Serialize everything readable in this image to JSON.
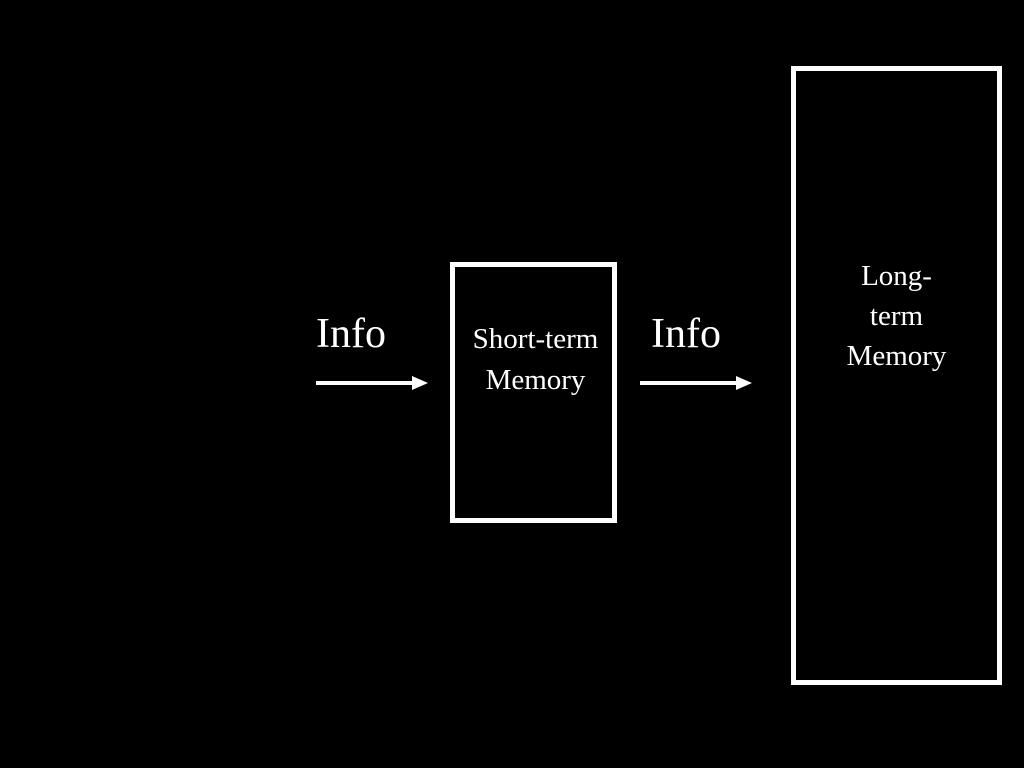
{
  "diagram": {
    "input_label": "Info",
    "transfer_label": "Info",
    "short_term": {
      "lines": [
        "Short-term",
        "Memory"
      ]
    },
    "long_term": {
      "lines": [
        "Long-",
        "term",
        "Memory"
      ]
    }
  },
  "colors": {
    "background": "#000000",
    "foreground": "#ffffff"
  }
}
